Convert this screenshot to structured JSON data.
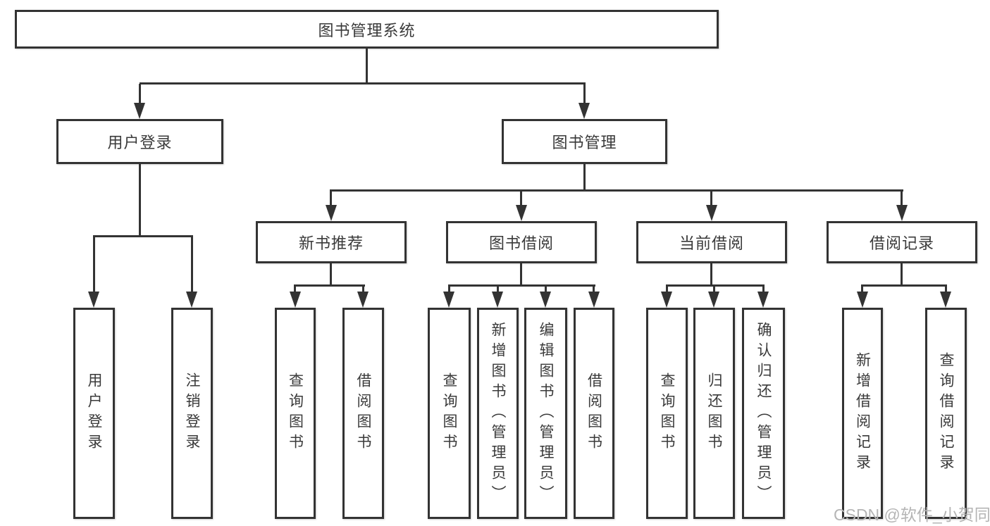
{
  "diagram": {
    "type": "hierarchy-tree",
    "tree": {
      "label": "图书管理系统",
      "children": [
        {
          "label": "用户登录",
          "children": [
            {
              "label": "用户登录"
            },
            {
              "label": "注销登录"
            }
          ]
        },
        {
          "label": "图书管理",
          "children": [
            {
              "label": "新书推荐",
              "children": [
                {
                  "label": "查询图书"
                },
                {
                  "label": "借阅图书"
                }
              ]
            },
            {
              "label": "图书借阅",
              "children": [
                {
                  "label": "查询图书"
                },
                {
                  "label": "新增图书（管理员）"
                },
                {
                  "label": "编辑图书（管理员）"
                },
                {
                  "label": "借阅图书"
                }
              ]
            },
            {
              "label": "当前借阅",
              "children": [
                {
                  "label": "查询图书"
                },
                {
                  "label": "归还图书"
                },
                {
                  "label": "确认归还（管理员）"
                }
              ]
            },
            {
              "label": "借阅记录",
              "children": [
                {
                  "label": "新增借阅记录"
                },
                {
                  "label": "查询借阅记录"
                }
              ]
            }
          ]
        }
      ]
    },
    "watermark": "CSDN @软件_小贺同学",
    "colors": {
      "line": "#333333",
      "text": "#3a3a3a",
      "box_background": "#ffffff",
      "page_background": "#ffffff",
      "watermark": "#b5b5b5"
    }
  }
}
